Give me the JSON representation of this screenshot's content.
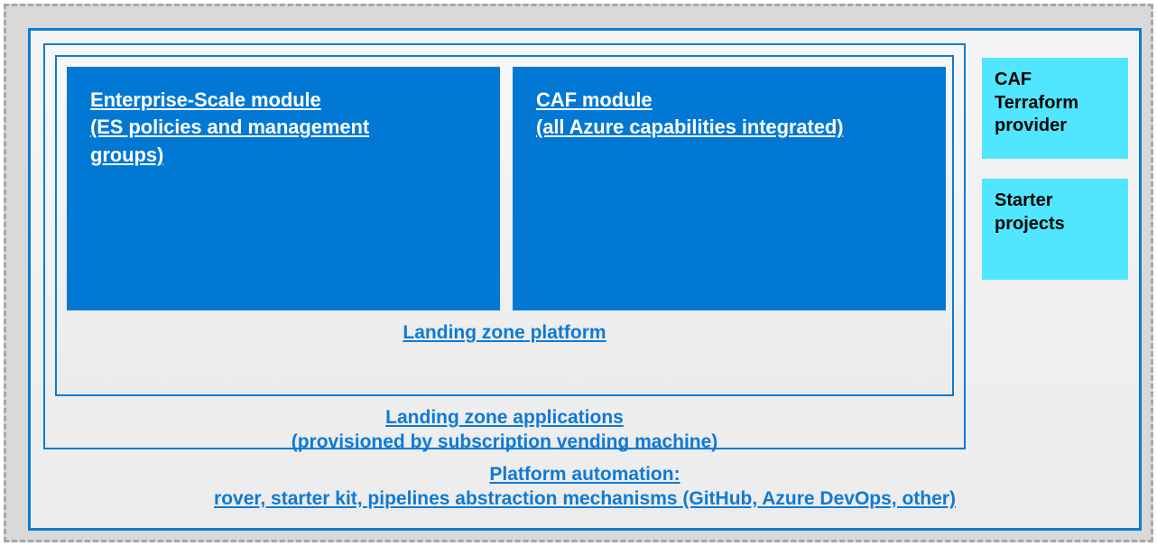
{
  "diagram": {
    "title": "Azure landing zone Terraform module architecture",
    "colors": {
      "module_blue": "#0078D4",
      "border_blue": "#0F7AD4",
      "chip_cyan": "#50E6FF",
      "frame_gray": "#D9D9D9",
      "dash_gray": "#A8A8A8",
      "panel_gray": "#EFEFEF",
      "module_text": "#FFFFFF",
      "caption_text": "#0F7AD4",
      "chip_text": "#000000"
    },
    "modules": [
      {
        "id": "enterprise-scale",
        "title": "Enterprise-Scale module",
        "subtitle_line_1": "(ES policies and management",
        "subtitle_line_2": "groups)"
      },
      {
        "id": "caf",
        "title": "CAF module",
        "subtitle_line_1": "(all Azure capabilities integrated)",
        "subtitle_line_2": ""
      }
    ],
    "layers": {
      "platform": {
        "label": "Landing zone platform"
      },
      "applications": {
        "label": "Landing zone applications",
        "sublabel": "(provisioned by subscription vending machine)"
      },
      "automation": {
        "label": "Platform automation:",
        "sublabel": "rover, starter kit, pipelines abstraction mechanisms (GitHub, Azure DevOps, other)"
      }
    },
    "sidebar": {
      "chips": [
        {
          "id": "caf-terraform-provider",
          "label": "CAF\nTerraform\nprovider"
        },
        {
          "id": "starter-projects",
          "label": "Starter\nprojects"
        }
      ]
    }
  }
}
